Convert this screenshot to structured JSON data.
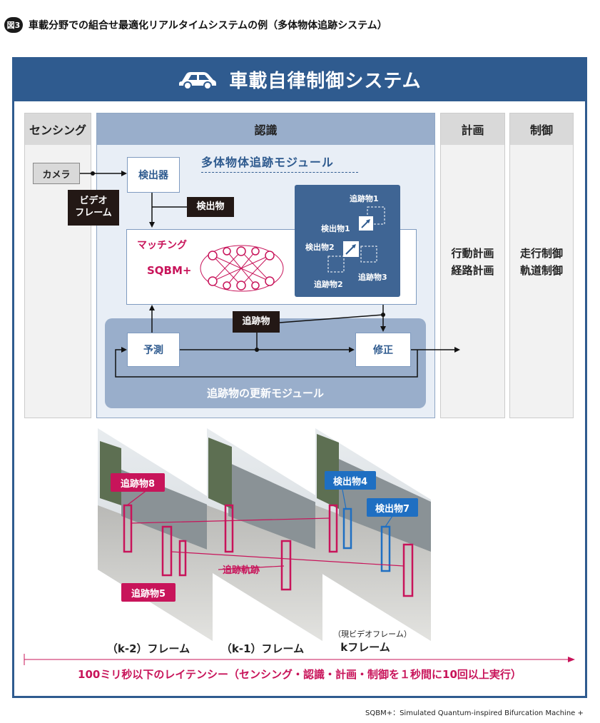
{
  "figure": {
    "badge": "図3",
    "title": "車載分野での組合せ最適化リアルタイムシステムの例（多体物体追跡システム）"
  },
  "header": {
    "icon": "car-icon",
    "title": "車載自律制御システム"
  },
  "columns": {
    "sensing": "センシング",
    "recognition": "認識",
    "planning": "計画",
    "control": "制御"
  },
  "sensing": {
    "camera": "カメラ",
    "video_frame": "ビデオ\nフレーム"
  },
  "recognition": {
    "module_title": "多体物体追跡モジュール",
    "detector": "検出器",
    "detections": "検出物",
    "matching": "マッチング",
    "sqbm": "SQBM+",
    "tracks_label": "追跡物",
    "predict": "予測",
    "correct": "修正",
    "update_module": "追跡物の更新モジュール",
    "inset": {
      "track1": "追跡物1",
      "det1": "検出物1",
      "det2": "検出物2",
      "track2": "追跡物2",
      "track3": "追跡物3"
    }
  },
  "planning": {
    "line1": "行動計画",
    "line2": "経路計画"
  },
  "control": {
    "line1": "走行制御",
    "line2": "軌道制御"
  },
  "frames": {
    "tag_track8": "追跡物8",
    "tag_track5": "追跡物5",
    "tag_det4": "検出物4",
    "tag_det7": "検出物7",
    "trajectory": "追跡軌跡",
    "cap_k2": "（k-2）フレーム",
    "cap_k1": "（k-1）フレーム",
    "cap_k_sub": "（現ビデオフレーム）",
    "cap_k": "kフレーム"
  },
  "latency": "100ミリ秒以下のレイテンシー（センシング・認識・計画・制御を１秒間に10回以上実行）",
  "footnote": "SQBM+：Simulated Quantum-inspired Bifurcation Machine +",
  "colors": {
    "brand_blue": "#2f5b8f",
    "accent_red": "#c8145a",
    "detect_blue": "#1f6fc2"
  }
}
